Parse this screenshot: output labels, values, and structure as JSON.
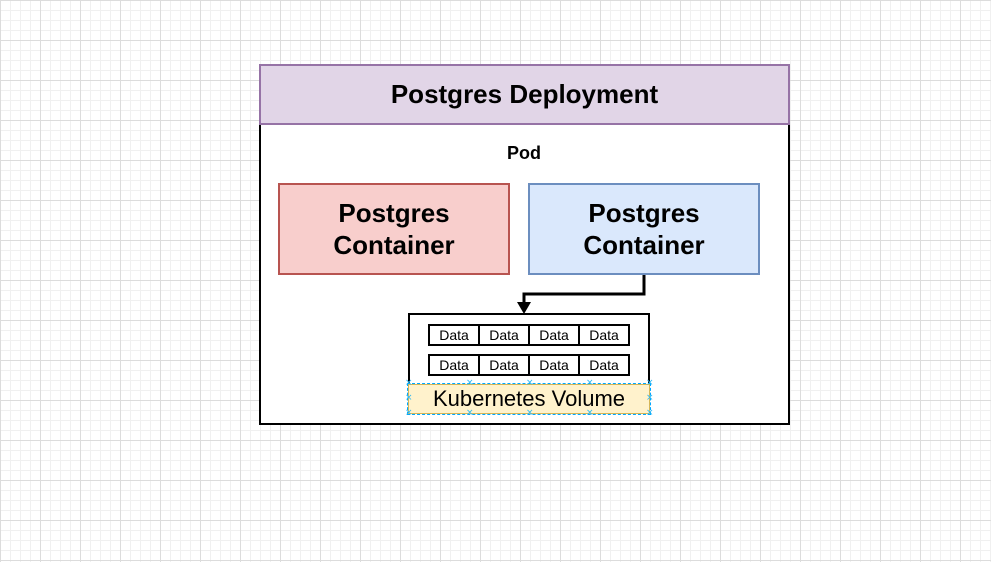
{
  "deployment": {
    "title": "Postgres Deployment"
  },
  "pod": {
    "label": "Pod"
  },
  "containers": [
    {
      "label": "Postgres Container"
    },
    {
      "label": "Postgres Container"
    }
  ],
  "volume": {
    "rows": [
      [
        "Data",
        "Data",
        "Data",
        "Data"
      ],
      [
        "Data",
        "Data",
        "Data",
        "Data"
      ]
    ],
    "label": "Kubernetes Volume"
  },
  "colors": {
    "deployment_header_fill": "#e1d5e7",
    "deployment_header_border": "#9673a6",
    "container_red_fill": "#f8cecc",
    "container_red_border": "#b85450",
    "container_blue_fill": "#dae8fc",
    "container_blue_border": "#6c8ebf",
    "volume_label_fill": "#fff2cc",
    "volume_label_border": "#d6b656"
  }
}
